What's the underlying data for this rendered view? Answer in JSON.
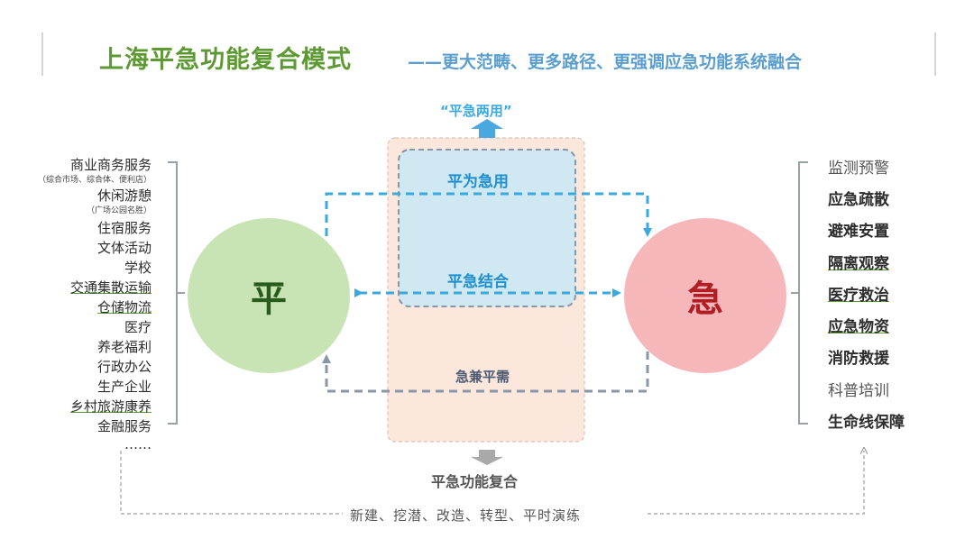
{
  "title": {
    "main": "上海平急功能复合模式",
    "sub": "——更大范畴、更多路径、更强调应急功能系统融合"
  },
  "top_label": "“平急两用”",
  "circles": {
    "ping": "平",
    "ji": "急"
  },
  "center": {
    "ping_wei_ji_yong": "平为急用",
    "ping_ji_jie_he": "平急结合",
    "ji_jian_ping_xu": "急兼平需"
  },
  "left_items": [
    {
      "text": "商业商务服务",
      "note": "（综合市场、综合体、便利店）",
      "underline": false
    },
    {
      "text": "休闲游憩",
      "note": "（广场公园名胜）",
      "underline": false
    },
    {
      "text": "住宿服务",
      "underline": false
    },
    {
      "text": "文体活动",
      "underline": false
    },
    {
      "text": "学校",
      "underline": false
    },
    {
      "text": "交通集散运输",
      "underline": true
    },
    {
      "text": "仓储物流",
      "underline": true
    },
    {
      "text": "医疗",
      "underline": false
    },
    {
      "text": "养老福利",
      "underline": false
    },
    {
      "text": "行政办公",
      "underline": false
    },
    {
      "text": "生产企业",
      "underline": false
    },
    {
      "text": "乡村旅游康养",
      "underline": true
    },
    {
      "text": "金融服务",
      "underline": false
    },
    {
      "text": "……",
      "underline": false
    }
  ],
  "right_items": [
    {
      "text": "监测预警",
      "bold": false,
      "underline": false
    },
    {
      "text": "应急疏散",
      "bold": true,
      "underline": false
    },
    {
      "text": "避难安置",
      "bold": true,
      "underline": false
    },
    {
      "text": "隔离观察",
      "bold": true,
      "underline": true
    },
    {
      "text": "医疗救治",
      "bold": true,
      "underline": true
    },
    {
      "text": "应急物资",
      "bold": true,
      "underline": true
    },
    {
      "text": "消防救援",
      "bold": true,
      "underline": false
    },
    {
      "text": "科普培训",
      "bold": false,
      "underline": false
    },
    {
      "text": "生命线保障",
      "bold": true,
      "underline": false
    }
  ],
  "bottom": {
    "composite": "平急功能复合",
    "paths": "新建、挖潜、改造、转型、平时演练"
  },
  "colors": {
    "green_title": "#5e9a33",
    "blue_sub": "#5a9ed0",
    "ping_circle": "#c8e3b4",
    "ji_circle": "#f6b7bb",
    "dash_blue": "#3aa9e0",
    "dash_gray": "#8a95a6",
    "center_panel": "#fbe7dc",
    "inner_panel": "#cfe8f1"
  }
}
